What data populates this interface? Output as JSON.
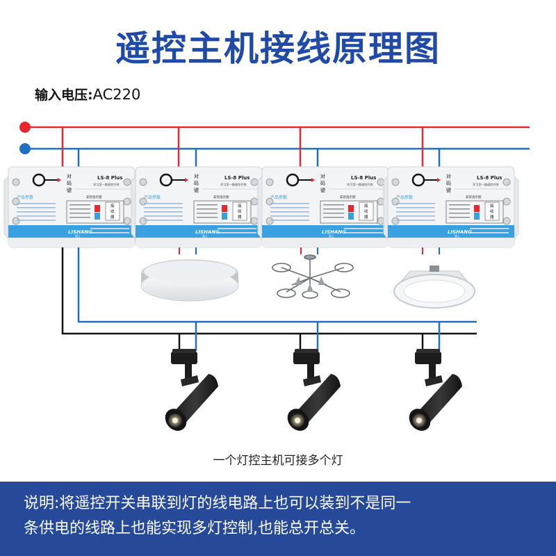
{
  "title": "遥控主机接线原理图",
  "input_voltage": {
    "label": "输入电压:",
    "value": "AC220"
  },
  "wiring": {
    "live_color": "#e8262d",
    "neutral_color": "#1e6fc0",
    "load_color": "#111111"
  },
  "controller": {
    "model": "LS-8 Plus",
    "subtitle": "学习型一路遥控开关",
    "pair_key": [
      "对",
      "码",
      "键"
    ],
    "params_label": "产品参数",
    "install_label": "安装指示图",
    "receiver_label": [
      "接",
      "收",
      "器"
    ],
    "brand": "LISHANG",
    "brand_cn": "丽上",
    "accent_color": "#3aa0df"
  },
  "loads": [
    {
      "name": "ceiling-lamp",
      "icon": "round-ceiling-lamp-icon"
    },
    {
      "name": "chandelier",
      "icon": "chandelier-icon"
    },
    {
      "name": "downlight",
      "icon": "downlight-icon"
    }
  ],
  "spotlights": {
    "count": 3,
    "icon": "track-spotlight-icon"
  },
  "caption": "一个灯控主机可接多个灯",
  "note": {
    "line1": "说明:将遥控开关串联到灯的线电路上也可以装到不是同一",
    "line2": "条供电的线路上也能实现多灯控制,也能总开总关。"
  }
}
